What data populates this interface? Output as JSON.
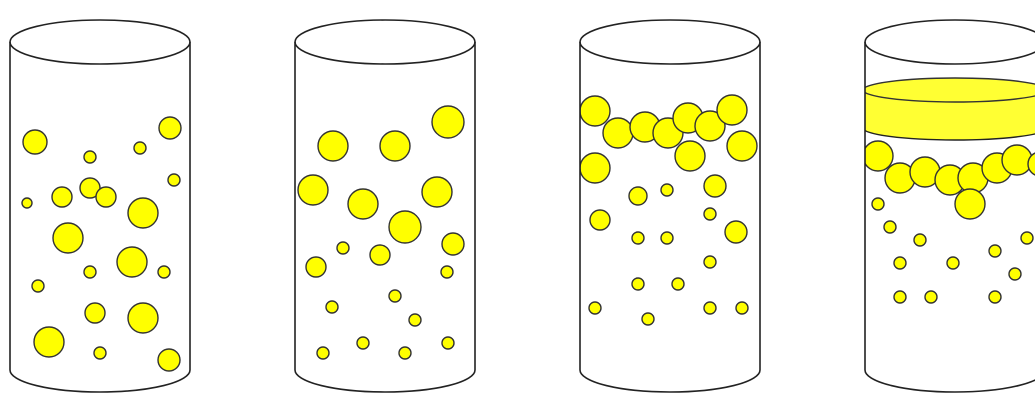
{
  "colors": {
    "droplet": "#ffff00",
    "cream_layer": "#ffff33",
    "outline": "#222222",
    "background": "#ffffff"
  },
  "panels": [
    {
      "stage": 1,
      "state": "droplets dispersed throughout"
    },
    {
      "stage": 2,
      "state": "droplets dispersed, larger ones higher"
    },
    {
      "stage": 3,
      "state": "large droplets gathered at top"
    },
    {
      "stage": 4,
      "state": "separated top layer above droplets"
    }
  ]
}
